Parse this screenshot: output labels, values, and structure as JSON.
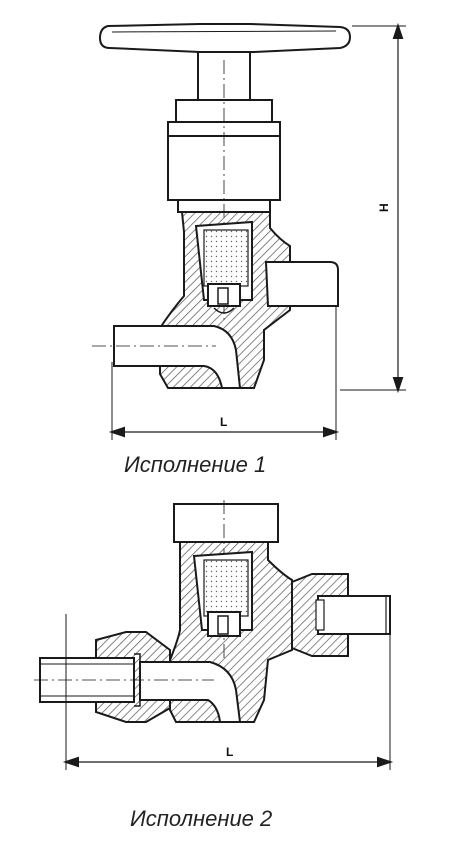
{
  "figure_1": {
    "caption": "Исполнение 1",
    "dim_height_label": "H",
    "dim_length_label": "L"
  },
  "figure_2": {
    "caption": "Исполнение 2",
    "dim_length_label": "L"
  },
  "colors": {
    "ink": "#1a1a1a",
    "hatch": "#555555",
    "paper": "#ffffff"
  }
}
